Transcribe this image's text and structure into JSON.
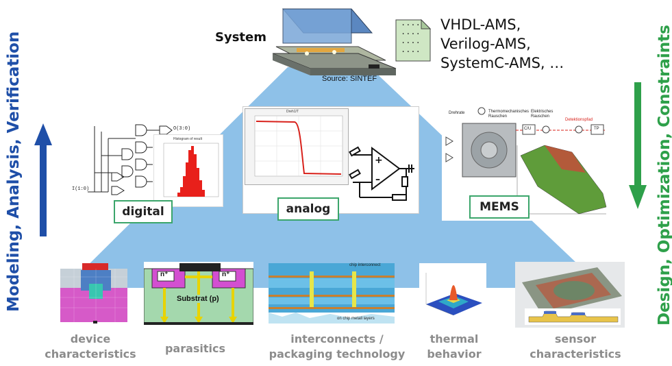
{
  "left_axis": {
    "text": "Modeling, Analysis, Verification",
    "color": "#1f4fa8"
  },
  "right_axis": {
    "text": "Design, Optimization, Constraints",
    "color": "#2ea04a"
  },
  "top": {
    "system_label": "System",
    "source_label": "Source: SINTEF",
    "doc_dots": [
      "....",
      "....",
      "....",
      "...."
    ],
    "languages": [
      "VHDL-AMS,",
      "Verilog-AMS,",
      "SystemC-AMS, …"
    ]
  },
  "middle": {
    "digital_label": "digital",
    "analog_label": "analog",
    "mems_label": "MEMS",
    "mems_annotations": {
      "drehrate": "Drehrate",
      "thermo": "Thermomechanisches Rauschen",
      "elektrisch": "Elektrisches Rauschen",
      "detektion": "Detektionspfad",
      "cu": "C/U",
      "tp": "TP"
    },
    "analog_plot_title": "Dreh1/T",
    "digital_histogram_title": "Histogram of result",
    "digital_in": "I(1:0)",
    "digital_out": "O(3:0)"
  },
  "bottom": {
    "items": [
      {
        "label_lines": [
          "device",
          "characteristics"
        ]
      },
      {
        "label_lines": [
          "parasitics"
        ]
      },
      {
        "label_lines": [
          "interconnects /",
          "packaging technology"
        ]
      },
      {
        "label_lines": [
          "thermal",
          "behavior"
        ]
      },
      {
        "label_lines": [
          "sensor",
          "characteristics"
        ]
      }
    ],
    "parasitics": {
      "n_left": "n⁺",
      "n_right": "n⁺",
      "substrat": "Substrat (p)"
    },
    "interconnect": {
      "top_label": "chip interconnect",
      "bottom_label": "on chip metall layers"
    }
  },
  "colors": {
    "pyramid": "#8ec1e8",
    "label_border": "#3aa56a",
    "bottom_text": "#8c8c8c"
  }
}
